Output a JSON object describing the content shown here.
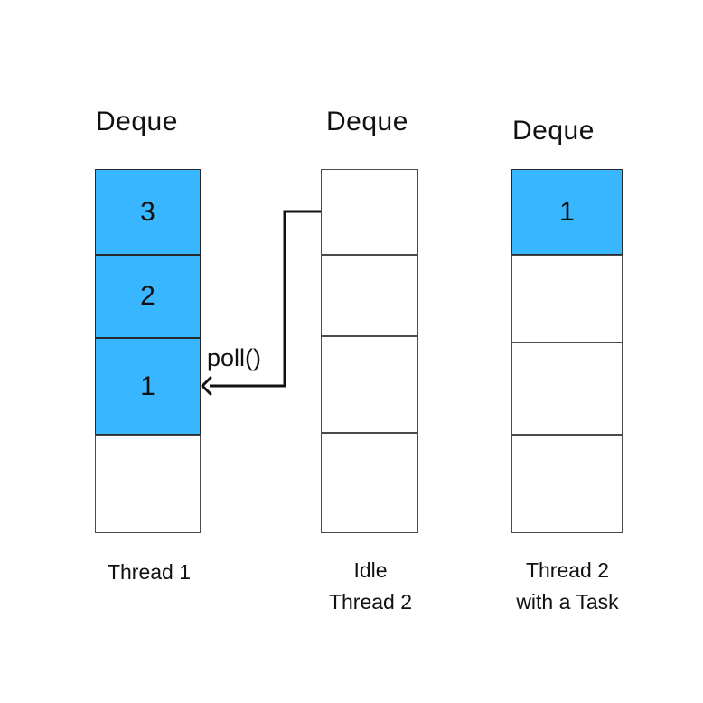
{
  "colors": {
    "filled": "#38b6ff",
    "empty": "#ffffff",
    "border": "#4a4a4a",
    "arrow": "#111111"
  },
  "columns": [
    {
      "title": "Deque",
      "cells": [
        "3",
        "2",
        "1",
        ""
      ],
      "label_lines": [
        "Thread 1"
      ]
    },
    {
      "title": "Deque",
      "cells": [
        "",
        "",
        "",
        ""
      ],
      "label_lines": [
        "Idle",
        "Thread 2"
      ]
    },
    {
      "title": "Deque",
      "cells": [
        "1",
        "",
        "",
        ""
      ],
      "label_lines": [
        "Thread 2",
        "with a Task"
      ]
    }
  ],
  "arrow": {
    "label": "poll()"
  }
}
